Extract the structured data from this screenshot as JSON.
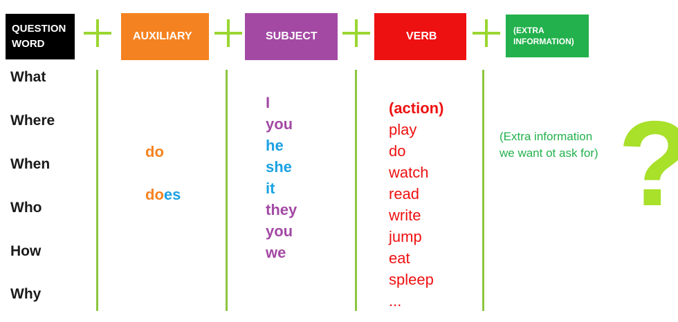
{
  "headers": {
    "question_word": "QUESTION WORD",
    "auxiliary": "AUXILIARY",
    "subject": "SUBJECT",
    "verb": "VERB",
    "extra": "(EXTRA INFORMATION)"
  },
  "question_words": [
    "What",
    "Where",
    "When",
    "Who",
    "How",
    "Why"
  ],
  "auxiliaries": {
    "do": "do",
    "does_prefix": "do",
    "does_suffix": "es"
  },
  "subjects": [
    "I",
    "you",
    "he",
    "she",
    "it",
    "they",
    "you",
    "we"
  ],
  "verbs": [
    "(action)",
    "play",
    "do",
    "watch",
    "read",
    "write",
    "jump",
    "eat",
    "spleep",
    "..."
  ],
  "extra_text": "(Extra information we want ot ask for)",
  "question_mark": "?",
  "colors": {
    "question_word_bg": "#000000",
    "auxiliary": "#f58220",
    "subject": "#a349a4",
    "subject_blue": "#1ba1e2",
    "verb": "#ee1111",
    "extra": "#22b14c",
    "plus": "#9ad630",
    "question_mark": "#a8e02a"
  }
}
